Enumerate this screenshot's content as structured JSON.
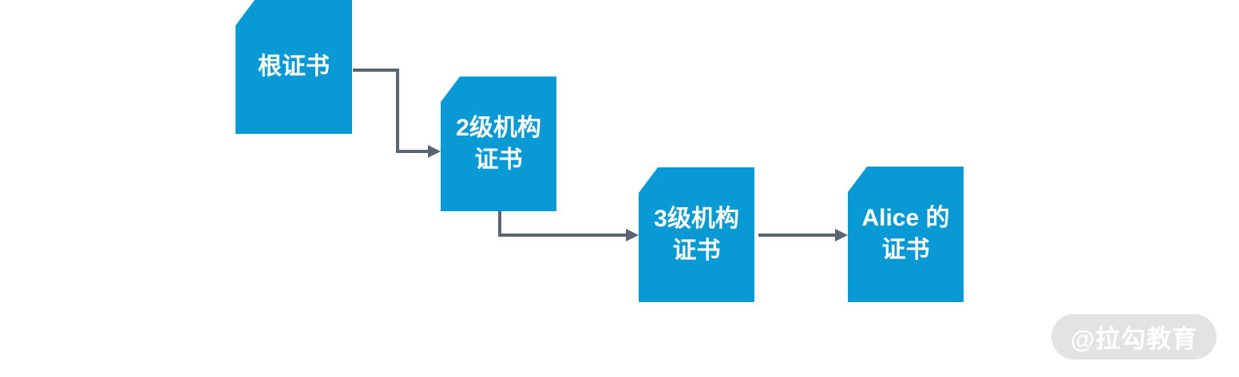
{
  "diagram": {
    "nodes": [
      {
        "id": "root-cert",
        "lines": [
          "根证书"
        ]
      },
      {
        "id": "level2-cert",
        "lines": [
          "2级机构",
          "证书"
        ]
      },
      {
        "id": "level3-cert",
        "lines": [
          "3级机构",
          "证书"
        ]
      },
      {
        "id": "alice-cert",
        "lines": [
          "Alice 的",
          "证书"
        ]
      }
    ],
    "edges": [
      {
        "from": "root-cert",
        "to": "level2-cert"
      },
      {
        "from": "level2-cert",
        "to": "level3-cert"
      },
      {
        "from": "level3-cert",
        "to": "alice-cert"
      }
    ]
  },
  "watermark": {
    "text": "@拉勾教育"
  },
  "colors": {
    "node_fill": "#0999D5",
    "node_text": "#FFFFFF",
    "arrow": "#5B6472",
    "watermark_bg": "#E3E3E3",
    "watermark_text": "#FFFFFF",
    "background": "#FFFFFF"
  }
}
